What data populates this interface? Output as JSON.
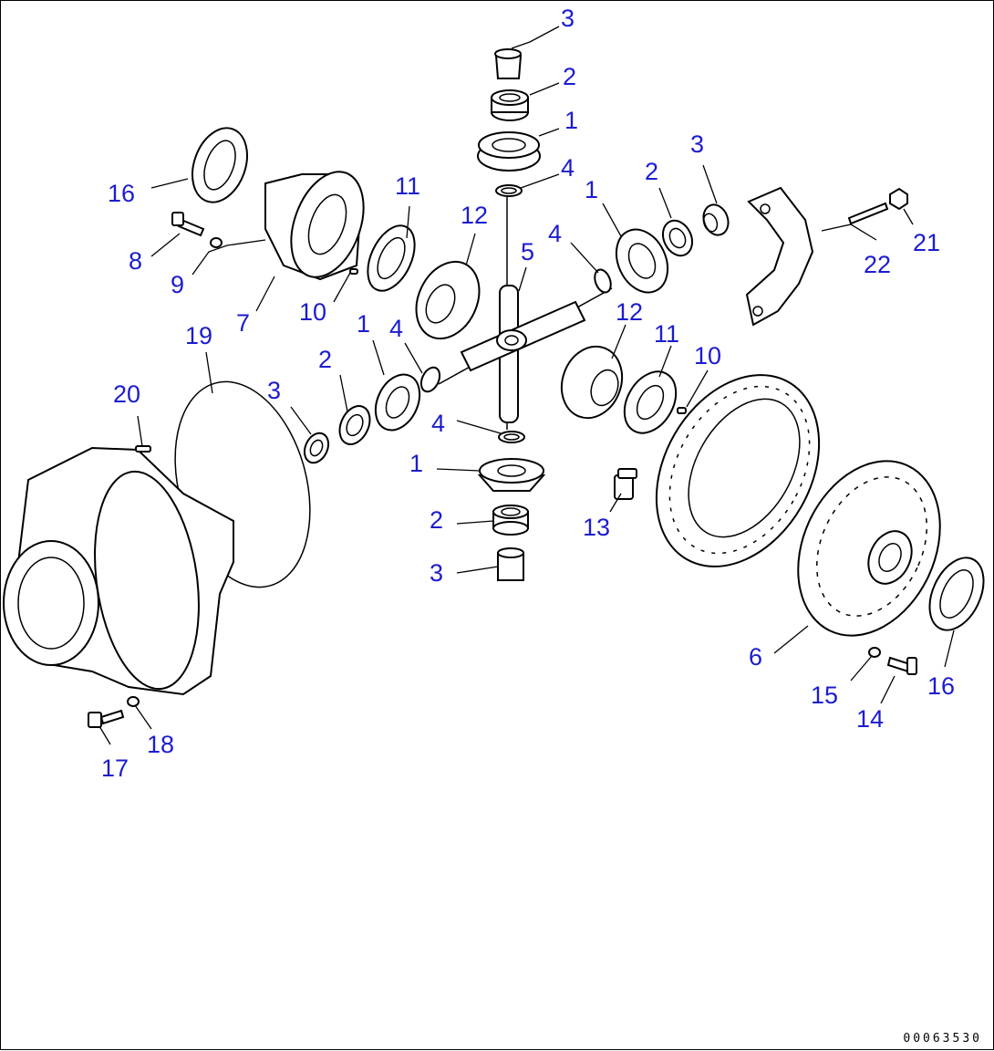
{
  "callout_color": "#1c1ccf",
  "document_id": "00063530",
  "callouts": [
    {
      "id": "c-top-3",
      "text": "3"
    },
    {
      "id": "c-top-2",
      "text": "2"
    },
    {
      "id": "c-top-1",
      "text": "1"
    },
    {
      "id": "c-top-4",
      "text": "4"
    },
    {
      "id": "c-16-left",
      "text": "16"
    },
    {
      "id": "c-8",
      "text": "8"
    },
    {
      "id": "c-9",
      "text": "9"
    },
    {
      "id": "c-7",
      "text": "7"
    },
    {
      "id": "c-10-left",
      "text": "10"
    },
    {
      "id": "c-11-left",
      "text": "11"
    },
    {
      "id": "c-12-left",
      "text": "12"
    },
    {
      "id": "c-5",
      "text": "5"
    },
    {
      "id": "c-4-right",
      "text": "4"
    },
    {
      "id": "c-1-right",
      "text": "1"
    },
    {
      "id": "c-2-right",
      "text": "2"
    },
    {
      "id": "c-3-right",
      "text": "3"
    },
    {
      "id": "c-21",
      "text": "21"
    },
    {
      "id": "c-22",
      "text": "22"
    },
    {
      "id": "c-12-right",
      "text": "12"
    },
    {
      "id": "c-11-right",
      "text": "11"
    },
    {
      "id": "c-10-right",
      "text": "10"
    },
    {
      "id": "c-19",
      "text": "19"
    },
    {
      "id": "c-20",
      "text": "20"
    },
    {
      "id": "c-3-left",
      "text": "3"
    },
    {
      "id": "c-2-left",
      "text": "2"
    },
    {
      "id": "c-1-left",
      "text": "1"
    },
    {
      "id": "c-4-left",
      "text": "4"
    },
    {
      "id": "c-4-bottom",
      "text": "4"
    },
    {
      "id": "c-1-bottom",
      "text": "1"
    },
    {
      "id": "c-2-bottom",
      "text": "2"
    },
    {
      "id": "c-3-bottom",
      "text": "3"
    },
    {
      "id": "c-13",
      "text": "13"
    },
    {
      "id": "c-6",
      "text": "6"
    },
    {
      "id": "c-15",
      "text": "15"
    },
    {
      "id": "c-14",
      "text": "14"
    },
    {
      "id": "c-16-right",
      "text": "16"
    },
    {
      "id": "c-17",
      "text": "17"
    },
    {
      "id": "c-18",
      "text": "18"
    }
  ]
}
